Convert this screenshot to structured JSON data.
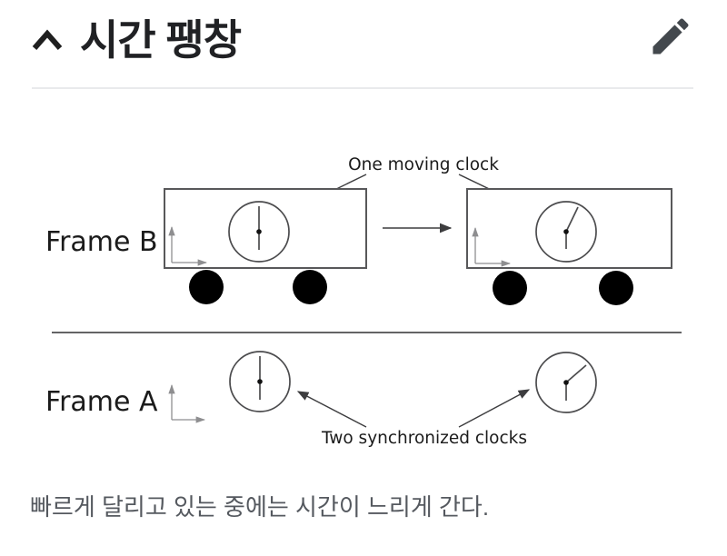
{
  "header": {
    "title": "시간 팽창",
    "collapse_icon": "chevron-up",
    "edit_icon": "pencil",
    "accent_color": "#43484d"
  },
  "diagram": {
    "frame_b": {
      "label": "Frame B",
      "annotation": "One moving clock",
      "clocks": [
        {
          "position": "left-cart",
          "hands_deg_clockwise_from_12": [
            0,
            180
          ]
        },
        {
          "position": "right-cart",
          "hands_deg_clockwise_from_12": [
            27,
            180
          ]
        }
      ],
      "motion": "cart moves right"
    },
    "frame_a": {
      "label": "Frame A",
      "annotation": "Two synchronized clocks",
      "clocks": [
        {
          "position": "left",
          "hands_deg_clockwise_from_12": [
            0,
            180
          ]
        },
        {
          "position": "right",
          "hands_deg_clockwise_from_12": [
            50,
            180
          ]
        }
      ]
    },
    "line_color": "#4d4d4f",
    "axes_color": "#8e8e90",
    "wheel_color": "#000000"
  },
  "caption": "빠르게 달리고 있는 중에는 시간이 느리게 간다."
}
